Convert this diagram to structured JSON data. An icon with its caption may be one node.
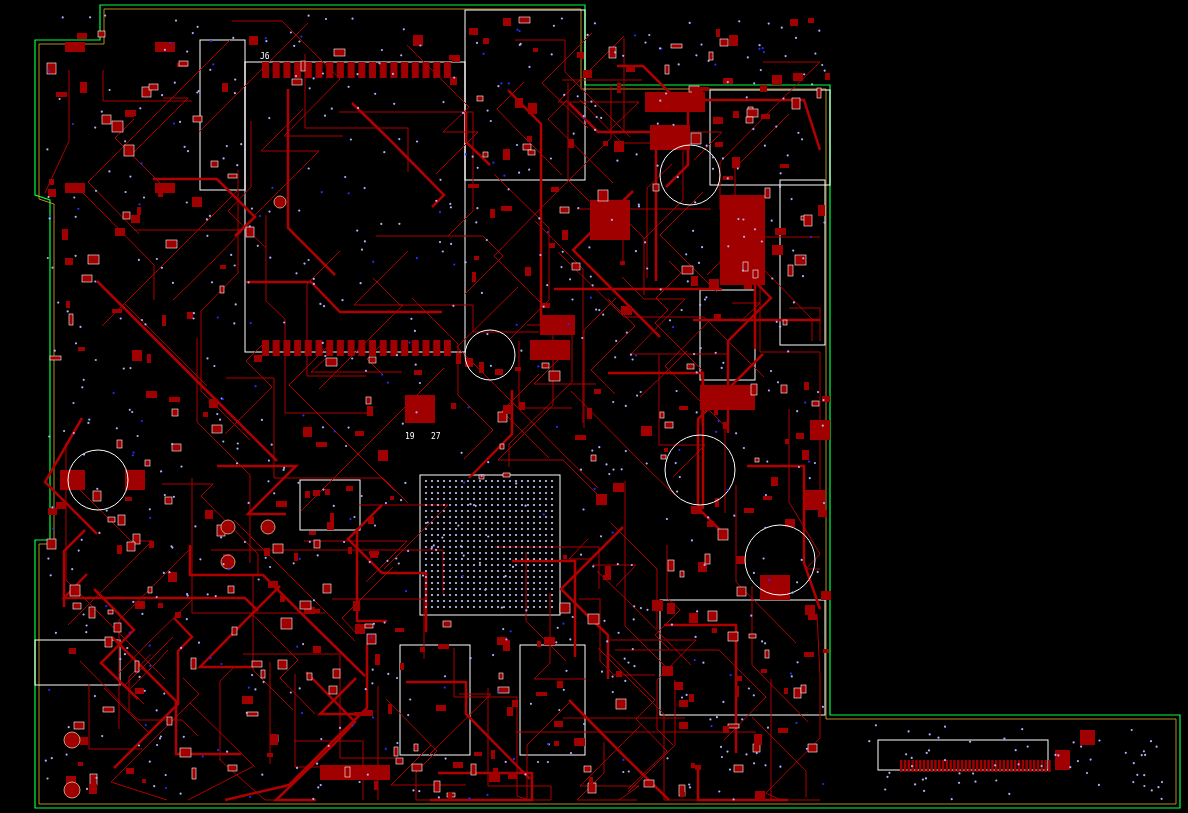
{
  "diagram": {
    "labels": [
      "J6",
      "19",
      "27"
    ]
  }
}
